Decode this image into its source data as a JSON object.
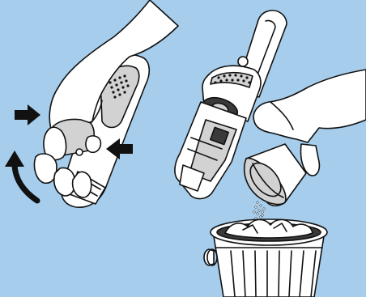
{
  "colors": {
    "background": "#a6cdec",
    "outline": "#111111",
    "fill": "#ffffff",
    "shade": "#d2d2d2",
    "dark_part": "#3a3a3a",
    "arrow": "#111111"
  },
  "panels": [
    {
      "name": "press-release-buttons",
      "icons": [
        "hand-icon",
        "vacuum-icon",
        "press-arrow-icon",
        "press-arrow-icon",
        "rotate-arrow-icon"
      ]
    },
    {
      "name": "detached-vacuum",
      "icons": [
        "vacuum-icon"
      ]
    },
    {
      "name": "empty-dust-bowl",
      "icons": [
        "hand-icon",
        "dust-bowl-icon",
        "dust-particles-icon",
        "trash-bin-icon"
      ]
    }
  ]
}
